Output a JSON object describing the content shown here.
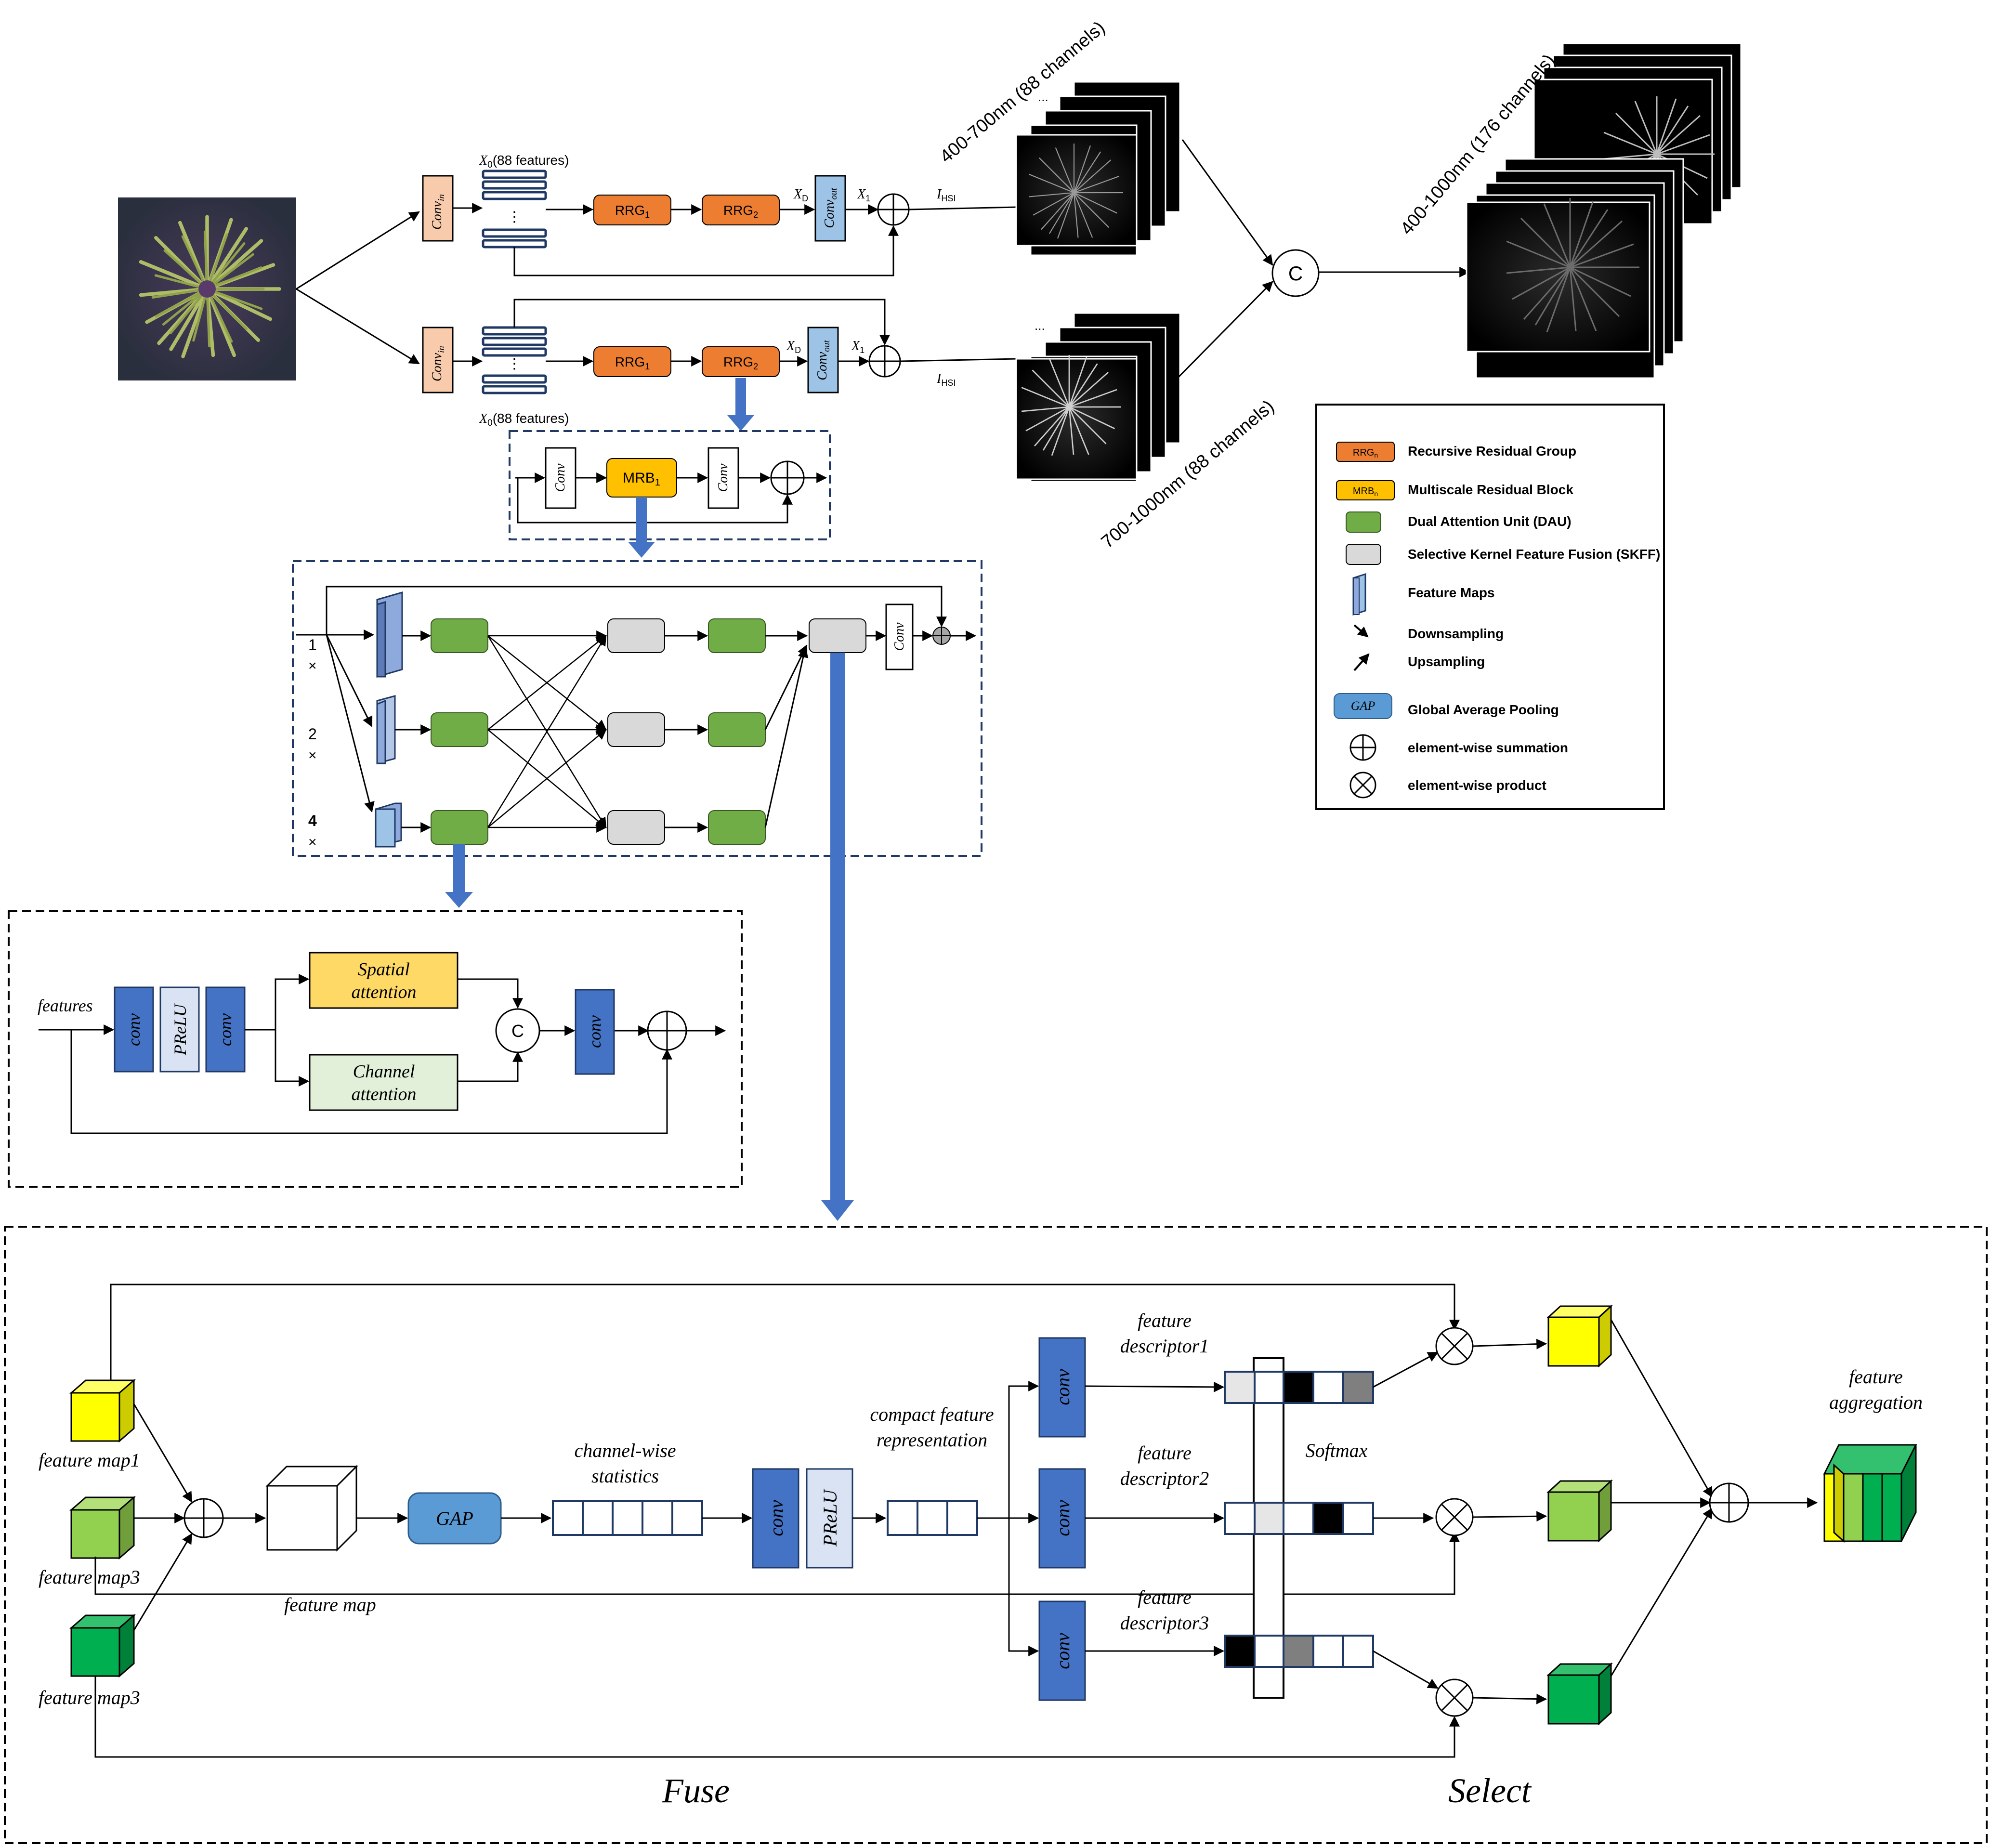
{
  "pipeline": {
    "conv_in": "Conv",
    "conv_in_sub": "in",
    "conv_out": "Conv",
    "conv_out_sub": "out",
    "x0_top": "X",
    "x0_top_sub": "0",
    "x0_top_rest": "(88 features)",
    "x0_bot": "X",
    "x0_bot_sub": "0",
    "x0_bot_rest": "(88 features)",
    "rrg1": "RRG",
    "rrg1_sub": "1",
    "rrg2": "RRG",
    "rrg2_sub": "2",
    "xd": "X",
    "xd_sub": "D",
    "x1": "X",
    "x1_sub": "1",
    "ihsi": "I",
    "ihsi_sub": "HSI",
    "ellipsis": "⋮",
    "vis_label": "400-700nm (88 channels)",
    "nir_label": "700-1000nm (88 channels)",
    "full_label": "400-1000nm (176 channels)",
    "concat": "C",
    "stack_dots_small": "...",
    "stack_dots_big": "....",
    "colors": {
      "rrg": "#ED7D31",
      "conv_in": "#F8CBAD",
      "conv_out": "#9DC3E6",
      "mrb": "#FFC000",
      "dau": "#70AD47",
      "skff": "#D9D9D9",
      "dark_blue": "#4472C4",
      "arrow_blue": "#4472C4"
    }
  },
  "rrg_detail": {
    "conv1": "Conv",
    "mrb": "MRB",
    "mrb_sub": "1",
    "conv2": "Conv"
  },
  "mrb_detail": {
    "scale1": "1",
    "scale2": "2",
    "scale4": "4",
    "times": "×",
    "conv": "Conv"
  },
  "dau_detail": {
    "features": "features",
    "conv1": "conv",
    "prelu": "PReLU",
    "conv2": "conv",
    "spatial_l1": "Spatial",
    "spatial_l2": "attention",
    "channel_l1": "Channel",
    "channel_l2": "attention",
    "concat": "C",
    "conv3": "conv"
  },
  "skff_detail": {
    "fmap1": "feature map1",
    "fmap2": "feature map3",
    "fmap3": "feature map3",
    "feature_map": "feature map",
    "gap": "GAP",
    "cws_l1": "channel-wise",
    "cws_l2": "statistics",
    "conv": "conv",
    "prelu": "PReLU",
    "cfr_l1": "compact feature",
    "cfr_l2": "representation",
    "fd1_l1": "feature",
    "fd1_l2": "descriptor1",
    "fd2_l1": "feature",
    "fd2_l2": "descriptor2",
    "fd3_l1": "feature",
    "fd3_l2": "descriptor3",
    "softmax": "Softmax",
    "fa_l1": "feature",
    "fa_l2": "aggregation",
    "fuse": "Fuse",
    "select": "Select",
    "colors": {
      "yellow": "#FFFF00",
      "light_green": "#92D050",
      "green": "#00B050"
    }
  },
  "legend": {
    "items": [
      {
        "icon": "rrg",
        "icon_text": "RRG",
        "icon_sub": "n",
        "label": "Recursive Residual Group"
      },
      {
        "icon": "mrb",
        "icon_text": "MRB",
        "icon_sub": "n",
        "label": "Multiscale Residual Block"
      },
      {
        "icon": "dau",
        "label": "Dual Attention Unit (DAU)"
      },
      {
        "icon": "skff",
        "label": "Selective Kernel Feature Fusion (SKFF)"
      },
      {
        "icon": "feature-maps",
        "label": "Feature Maps"
      },
      {
        "icon": "downsampling",
        "label": "Downsampling"
      },
      {
        "icon": "upsampling",
        "label": "Upsampling"
      },
      {
        "icon": "gap",
        "icon_text": "GAP",
        "label": "Global Average Pooling"
      },
      {
        "icon": "sum",
        "label": "element-wise summation"
      },
      {
        "icon": "product",
        "label": "element-wise product"
      }
    ]
  }
}
